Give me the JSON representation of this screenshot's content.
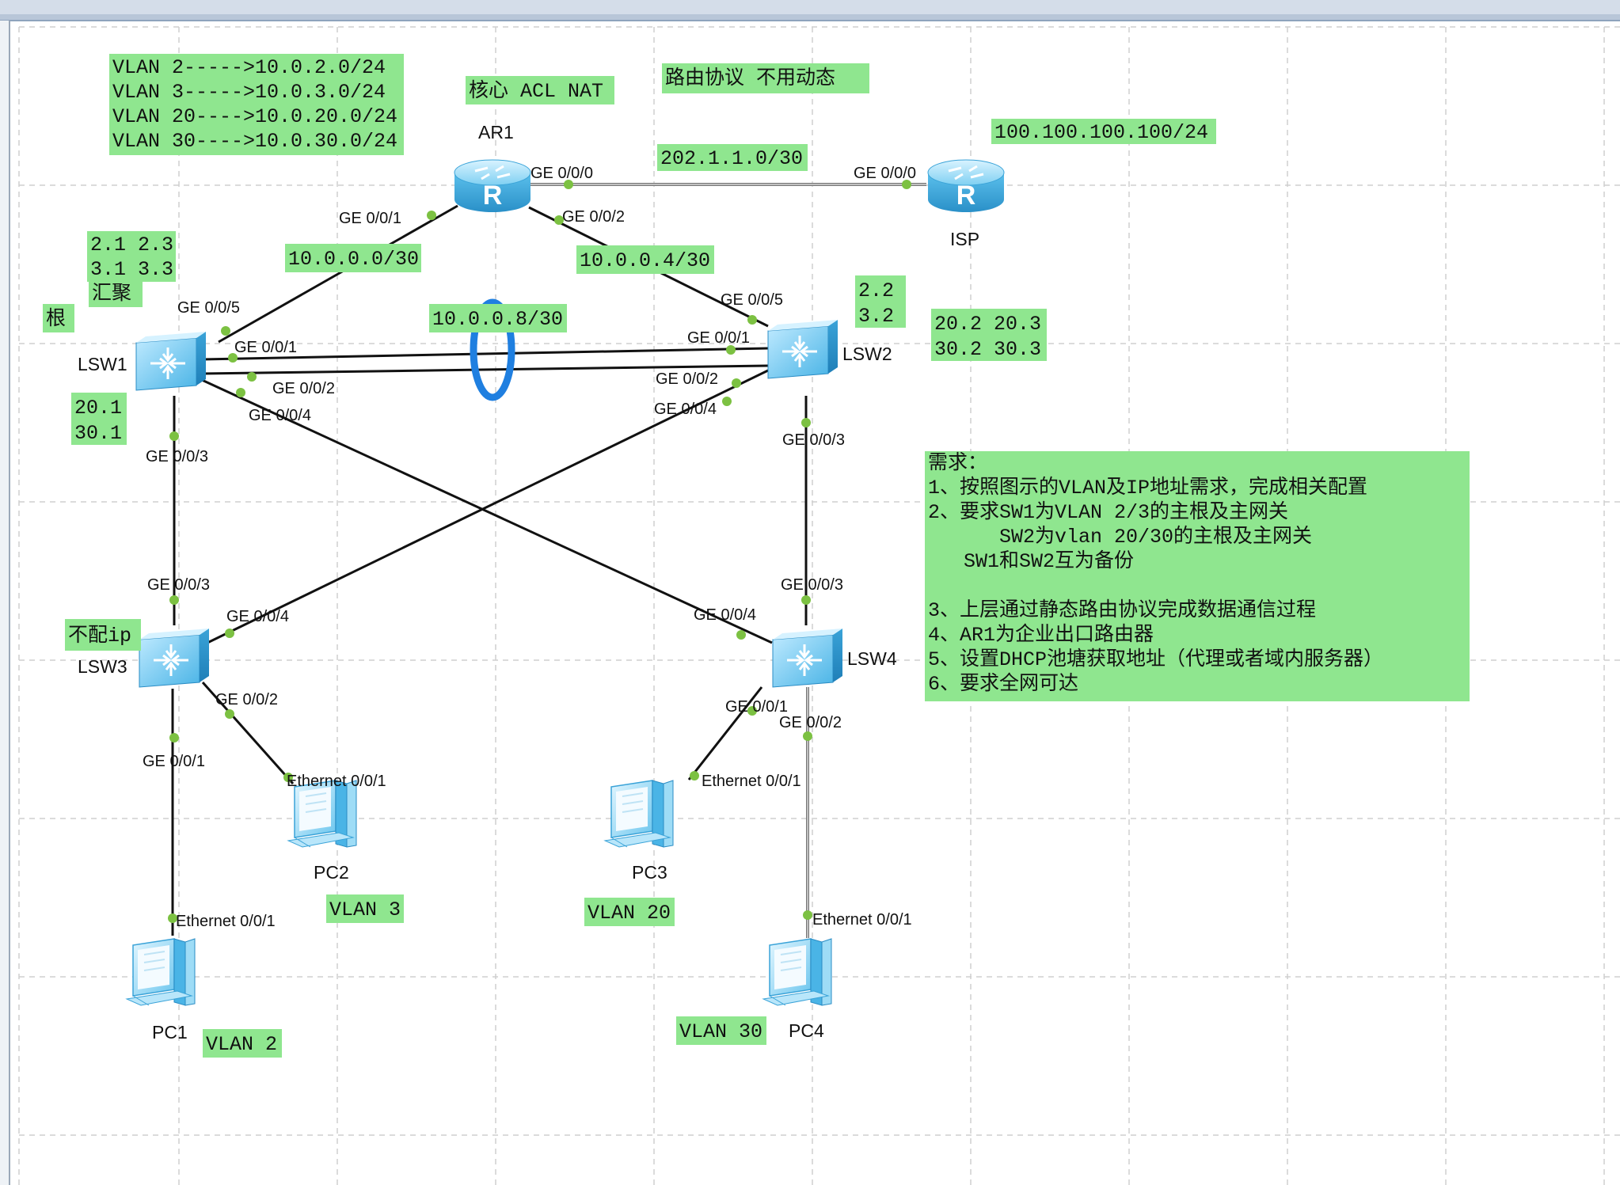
{
  "devices": {
    "ar1": "AR1",
    "isp": "ISP",
    "lsw1": "LSW1",
    "lsw2": "LSW2",
    "lsw3": "LSW3",
    "lsw4": "LSW4",
    "pc1": "PC1",
    "pc2": "PC2",
    "pc3": "PC3",
    "pc4": "PC4"
  },
  "ports": {
    "ar1_ge000": "GE 0/0/0",
    "ar1_ge001": "GE 0/0/1",
    "ar1_ge002": "GE 0/0/2",
    "isp_ge000": "GE 0/0/0",
    "lsw1_ge005": "GE 0/0/5",
    "lsw1_ge001": "GE 0/0/1",
    "lsw1_ge002": "GE 0/0/2",
    "lsw1_ge004": "GE 0/0/4",
    "lsw1_ge003": "GE 0/0/3",
    "lsw2_ge005": "GE 0/0/5",
    "lsw2_ge001": "GE 0/0/1",
    "lsw2_ge002": "GE 0/0/2",
    "lsw2_ge004": "GE 0/0/4",
    "lsw2_ge003": "GE 0/0/3",
    "lsw3_ge003": "GE 0/0/3",
    "lsw3_ge004": "GE 0/0/4",
    "lsw3_ge002": "GE 0/0/2",
    "lsw3_ge001": "GE 0/0/1",
    "lsw4_ge003": "GE 0/0/3",
    "lsw4_ge004": "GE 0/0/4",
    "lsw4_ge001": "GE 0/0/1",
    "lsw4_ge002": "GE 0/0/2",
    "pc1_eth": "Ethernet 0/0/1",
    "pc2_eth": "Ethernet 0/0/1",
    "pc3_eth": "Ethernet 0/0/1",
    "pc4_eth": "Ethernet 0/0/1"
  },
  "notes": {
    "vlan_map": [
      "VLAN 2----->10.0.2.0/24",
      "VLAN 3----->10.0.3.0/24",
      "VLAN 20---->10.0.20.0/24",
      "VLAN 30---->10.0.30.0/24"
    ],
    "core": "核心 ACL NAT",
    "routing": "路由协议 不用动态",
    "isp_net": "100.100.100.100/24",
    "wan_net": "202.1.1.0/30",
    "net_ar1_lsw1": "10.0.0.0/30",
    "net_ar1_lsw2": "10.0.0.4/30",
    "net_lsw1_lsw2": "10.0.0.8/30",
    "lsw1_ips": [
      "2.1 2.3",
      "3.1 3.3"
    ],
    "aggregation": "汇聚",
    "root": "根",
    "lsw1_vlan_ips": [
      "20.1",
      "30.1"
    ],
    "lsw2_ips": [
      "2.2",
      "3.2"
    ],
    "lsw2_vlan_ips": [
      "20.2 20.3",
      "30.2 30.3"
    ],
    "no_ip": "不配ip",
    "pc1_vlan": "VLAN 2",
    "pc2_vlan": "VLAN 3",
    "pc3_vlan": "VLAN 20",
    "pc4_vlan": "VLAN 30"
  },
  "requirements": [
    "需求：",
    "1、按照图示的VLAN及IP地址需求，完成相关配置",
    "2、要求SW1为VLAN 2/3的主根及主网关",
    "      SW2为vlan 20/30的主根及主网关",
    "   SW1和SW2互为备份",
    "",
    "3、上层通过静态路由协议完成数据通信过程",
    "4、AR1为企业出口路由器",
    "5、设置DHCP池塘获取地址（代理或者域内服务器）",
    "6、要求全网可达"
  ],
  "colors": {
    "note_bg": "#8fe68f",
    "link": "#111111",
    "port_dot": "#7cc142",
    "device": "#4fb6e6",
    "grid": "#cfcfcf"
  }
}
